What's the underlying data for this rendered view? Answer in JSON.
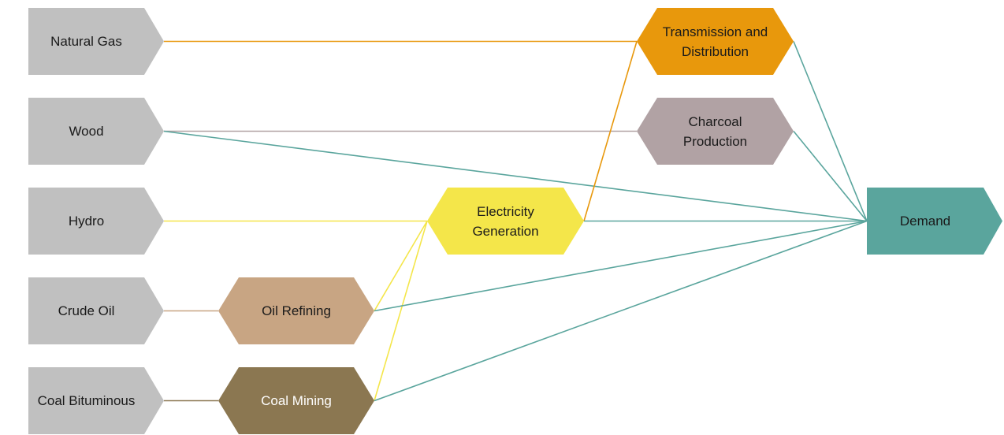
{
  "sources": [
    {
      "id": "natural-gas",
      "label": "Natural Gas"
    },
    {
      "id": "wood",
      "label": "Wood"
    },
    {
      "id": "hydro",
      "label": "Hydro"
    },
    {
      "id": "crude-oil",
      "label": "Crude Oil"
    },
    {
      "id": "coal-bituminous",
      "label": "Coal Bituminous"
    }
  ],
  "processes": [
    {
      "id": "oil-refining",
      "label": "Oil Refining",
      "color": "#c8a583"
    },
    {
      "id": "coal-mining",
      "label": "Coal Mining",
      "color": "#8b7751",
      "text_color": "#ffffff"
    },
    {
      "id": "electricity-generation",
      "label": "Electricity\nGeneration",
      "color": "#f4e64a"
    },
    {
      "id": "transmission-distribution",
      "label": "Transmission and\nDistribution",
      "color": "#e8980c"
    },
    {
      "id": "charcoal-production",
      "label": "Charcoal\nProduction",
      "color": "#b1a2a4"
    }
  ],
  "demand": {
    "id": "demand",
    "label": "Demand",
    "color": "#5aa59d"
  },
  "links": [
    {
      "from": "natural-gas",
      "to": "transmission-distribution",
      "color": "#e8980c"
    },
    {
      "from": "wood",
      "to": "charcoal-production",
      "color": "#b1a2a4"
    },
    {
      "from": "wood",
      "to": "demand",
      "color": "#5aa59d"
    },
    {
      "from": "hydro",
      "to": "electricity-generation",
      "color": "#f4e64a"
    },
    {
      "from": "crude-oil",
      "to": "oil-refining",
      "color": "#c8a583"
    },
    {
      "from": "coal-bituminous",
      "to": "coal-mining",
      "color": "#8b7751"
    },
    {
      "from": "oil-refining",
      "to": "electricity-generation",
      "color": "#f4e64a"
    },
    {
      "from": "coal-mining",
      "to": "electricity-generation",
      "color": "#f4e64a"
    },
    {
      "from": "oil-refining",
      "to": "demand",
      "color": "#5aa59d"
    },
    {
      "from": "coal-mining",
      "to": "demand",
      "color": "#5aa59d"
    },
    {
      "from": "electricity-generation",
      "to": "transmission-distribution",
      "color": "#e8980c"
    },
    {
      "from": "electricity-generation",
      "to": "demand",
      "color": "#5aa59d"
    },
    {
      "from": "transmission-distribution",
      "to": "demand",
      "color": "#5aa59d"
    },
    {
      "from": "charcoal-production",
      "to": "demand",
      "color": "#5aa59d"
    }
  ]
}
